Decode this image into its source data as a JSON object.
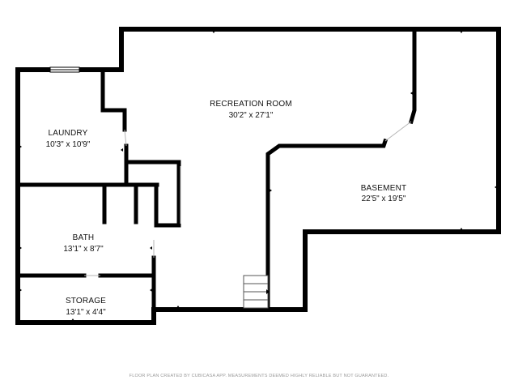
{
  "plan": {
    "rooms": [
      {
        "id": "recreation-room",
        "name": "RECREATION ROOM",
        "dims": "30'2\" x 27'1\""
      },
      {
        "id": "laundry",
        "name": "LAUNDRY",
        "dims": "10'3\" x 10'9\""
      },
      {
        "id": "basement",
        "name": "BASEMENT",
        "dims": "22'5\" x 19'5\""
      },
      {
        "id": "bath",
        "name": "BATH",
        "dims": "13'1\" x 8'7\""
      },
      {
        "id": "storage",
        "name": "STORAGE",
        "dims": "13'1\" x 4'4\""
      }
    ],
    "footer": "FLOOR PLAN CREATED BY CUBICASA APP. MEASUREMENTS DEEMED HIGHLY RELIABLE BUT NOT GUARANTEED."
  }
}
